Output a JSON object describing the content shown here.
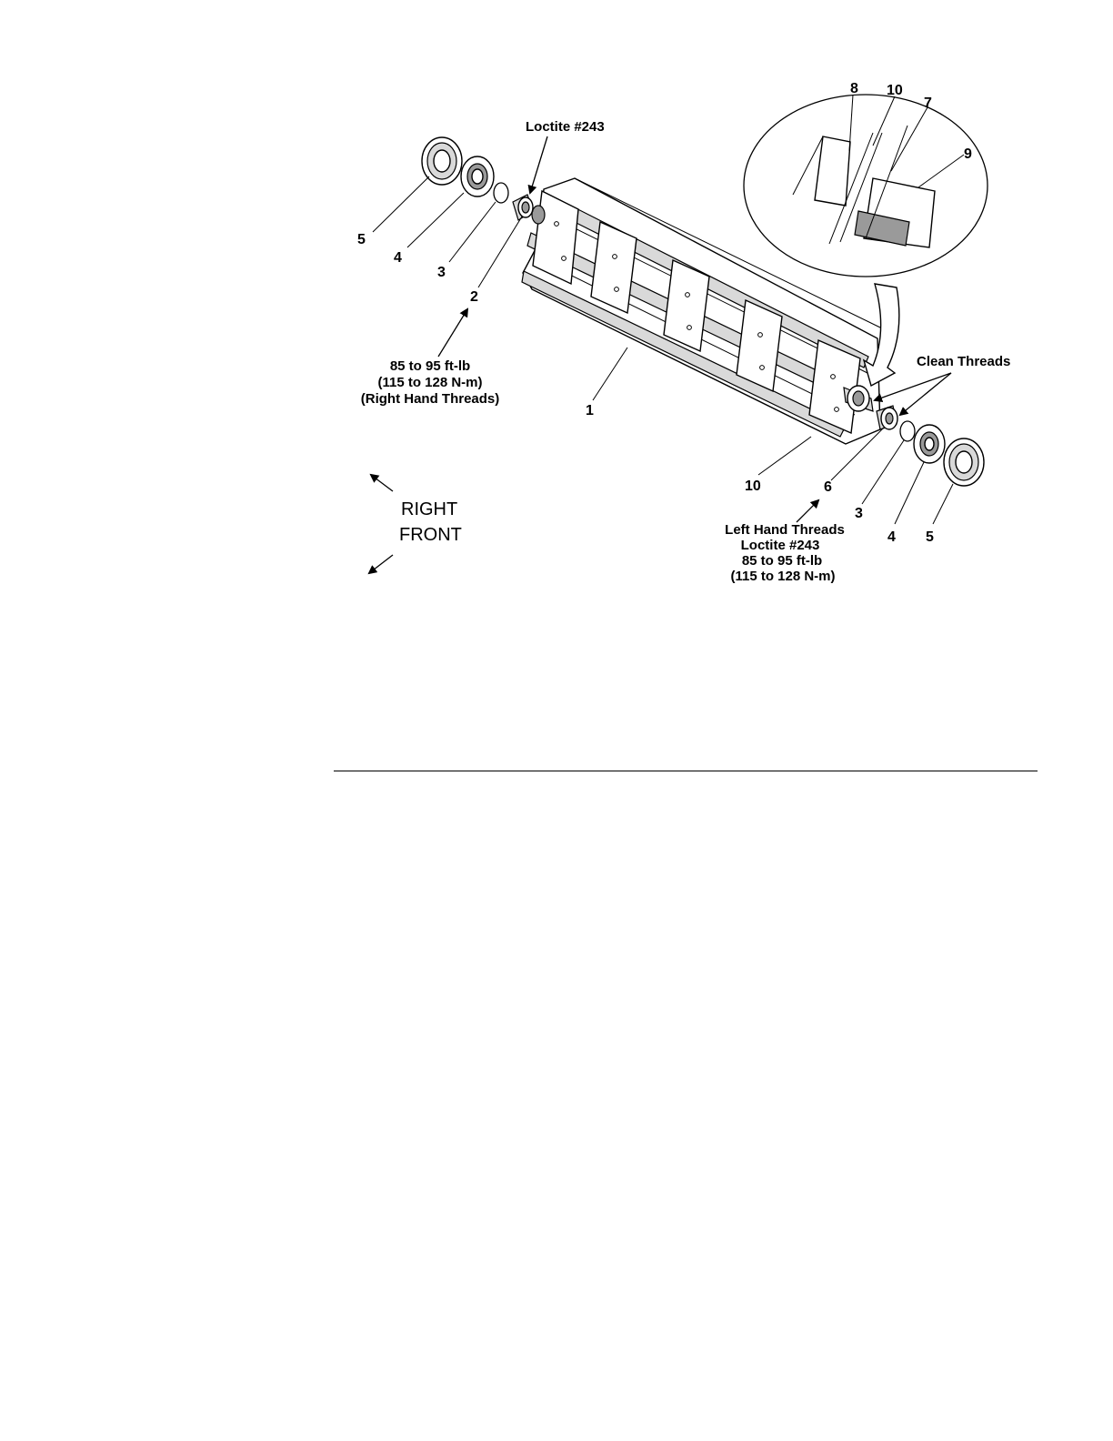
{
  "diagram": {
    "callouts": {
      "loctite_top": "Loctite #243",
      "torque_right_line1": "85 to 95 ft-lb",
      "torque_right_line2": "(115 to 128 N-m)",
      "torque_right_line3": "(Right Hand Threads)",
      "clean_threads": "Clean Threads",
      "left_line1": "Left Hand Threads",
      "left_line2": "Loctite #243",
      "left_line3": "85 to 95 ft-lb",
      "left_line4": "(115 to 128 N-m)"
    },
    "directions": {
      "right": "RIGHT",
      "front": "FRONT"
    },
    "part_numbers": {
      "p1": "1",
      "p2": "2",
      "p3_left": "3",
      "p4_left": "4",
      "p5_left": "5",
      "p6": "6",
      "p3_right": "3",
      "p4_right": "4",
      "p5_right": "5",
      "p10_main": "10",
      "detail_8": "8",
      "detail_10": "10",
      "detail_7": "7",
      "detail_9": "9"
    }
  }
}
